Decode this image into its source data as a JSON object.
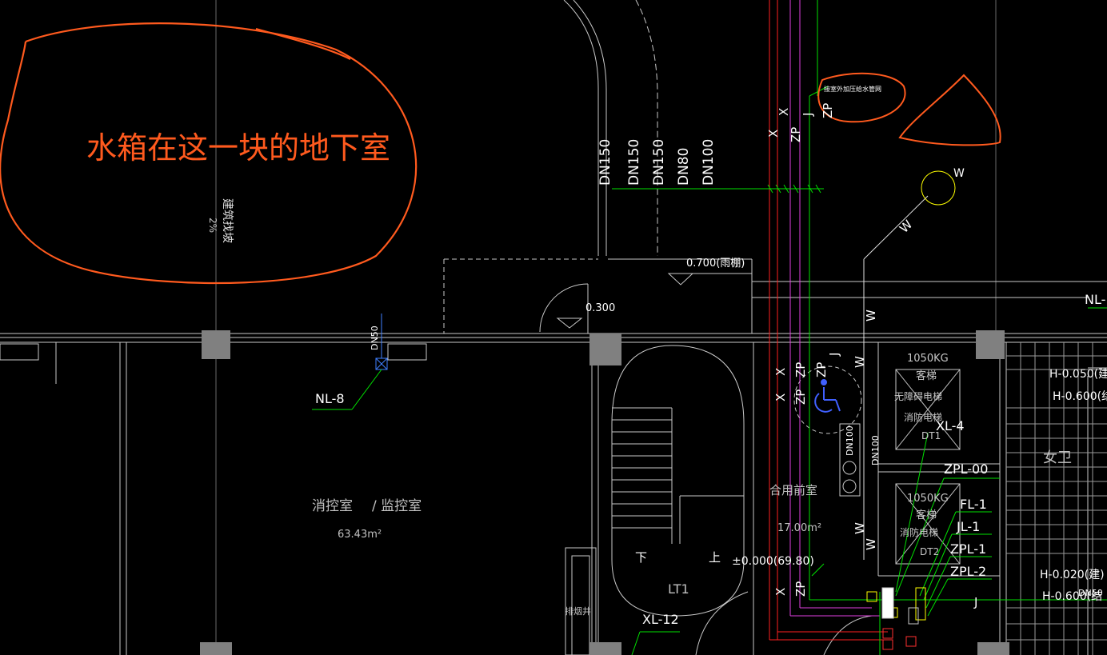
{
  "annotations": {
    "basement_note": "水箱在这一块的地下室",
    "connect_note": "接室外加压给水管网"
  },
  "slope": {
    "percent": "2%",
    "label": "建筑找坡"
  },
  "pipe_sizes": {
    "vertical_labels": [
      "DN150",
      "DN150",
      "DN150",
      "DN80",
      "DN100"
    ],
    "nl_dn": "DN50",
    "shaft_dn_1": "DN100",
    "shaft_dn_2": "DN100",
    "bottom_dn": "DN50"
  },
  "pipe_tags": {
    "x": "X",
    "zp": "ZP",
    "j": "J",
    "w": "W",
    "nl8": "NL-8",
    "nl_right": "NL-",
    "xl4": "XL-4",
    "zpl00": "ZPL-00",
    "fl1": "FL-1",
    "jl1": "JL-1",
    "zpl1": "ZPL-1",
    "zpl2": "ZPL-2",
    "xl12": "XL-12"
  },
  "elevations": {
    "canopy": "0.700(雨棚)",
    "door": "0.300",
    "floor": "±0.000(69.80)",
    "h_right_1": "H-0.050(建",
    "h_right_2": "H-0.600(结",
    "h_right_3": "H-0.020(建)",
    "h_right_4": "H-0.600(结"
  },
  "rooms": {
    "control_room": "消控室",
    "monitor_room": "/ 监控室",
    "control_area": "63.43m²",
    "lobby": "合用前室",
    "lobby_area": "17.00m²",
    "stair": "LT1",
    "stair_down": "下",
    "stair_up": "上",
    "smoke_shaft": "排烟井",
    "wc": "女卫"
  },
  "elevators": {
    "top_capacity": "1050KG",
    "top_type": "客梯",
    "top_access": "无障碍电梯",
    "top_fire": "消防电梯",
    "top_id": "DT1",
    "bottom_capacity": "1050KG",
    "bottom_type": "客梯",
    "bottom_fire": "消防电梯",
    "bottom_id": "DT2"
  },
  "colors": {
    "background": "#000000",
    "wall": "#c8c8c8",
    "column": "#808080",
    "water_pipe": "#00e000",
    "red_pipe": "#ff2020",
    "magenta_pipe": "#e040e0",
    "markup": "#ff5a1e",
    "valve": "#ffff00",
    "accessible": "#4060ff"
  }
}
